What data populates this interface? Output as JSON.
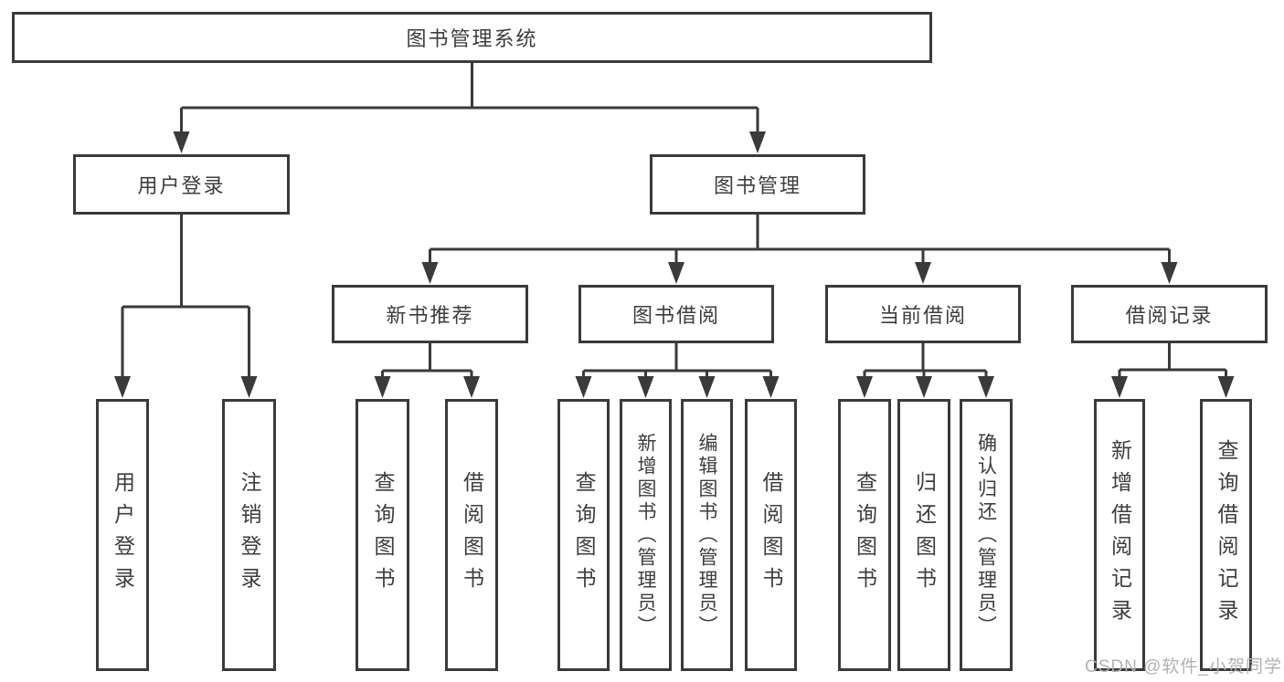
{
  "colors": {
    "line": "#3a3a3a",
    "text": "#3d3d3d",
    "watermark": "#b2b2b2",
    "background": "#ffffff"
  },
  "watermark": "CSDN @软件_小贺同学",
  "nodes": {
    "root": {
      "label": "图书管理系统"
    },
    "level2": [
      {
        "label": "用户登录"
      },
      {
        "label": "图书管理"
      }
    ],
    "level3": [
      {
        "label": "新书推荐",
        "parent": "图书管理"
      },
      {
        "label": "图书借阅",
        "parent": "图书管理"
      },
      {
        "label": "当前借阅",
        "parent": "图书管理"
      },
      {
        "label": "借阅记录",
        "parent": "图书管理"
      }
    ],
    "leaves": [
      {
        "label": "用户登录",
        "parent": "用户登录"
      },
      {
        "label": "注销登录",
        "parent": "用户登录"
      },
      {
        "label": "查询图书",
        "parent": "新书推荐"
      },
      {
        "label": "借阅图书",
        "parent": "新书推荐"
      },
      {
        "label": "查询图书",
        "parent": "图书借阅"
      },
      {
        "label": "新增图书（管理员）",
        "parent": "图书借阅"
      },
      {
        "label": "编辑图书（管理员）",
        "parent": "图书借阅"
      },
      {
        "label": "借阅图书",
        "parent": "图书借阅"
      },
      {
        "label": "查询图书",
        "parent": "当前借阅"
      },
      {
        "label": "归还图书",
        "parent": "当前借阅"
      },
      {
        "label": "确认归还（管理员）",
        "parent": "当前借阅"
      },
      {
        "label": "新增借阅记录",
        "parent": "借阅记录"
      },
      {
        "label": "查询借阅记录",
        "parent": "借阅记录"
      }
    ]
  }
}
